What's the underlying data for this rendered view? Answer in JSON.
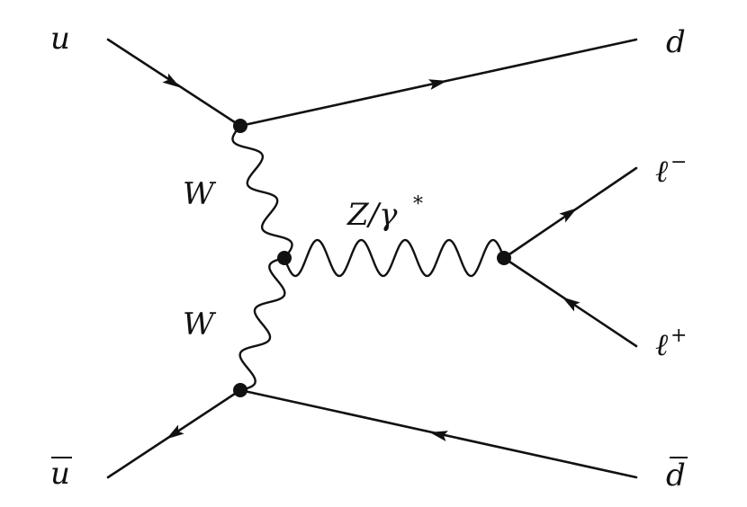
{
  "diagram": {
    "labels": {
      "u": "u",
      "d": "d",
      "u_bar": "u",
      "d_bar": "d",
      "lepton_minus": "ℓ",
      "lepton_minus_sup": "−",
      "lepton_plus": "ℓ",
      "lepton_plus_sup": "+",
      "w_upper": "W",
      "w_lower": "W",
      "z_gamma": "Z/γ",
      "z_gamma_sup": "*"
    },
    "colors": {
      "ink": "#111111",
      "background": "#ffffff"
    }
  }
}
